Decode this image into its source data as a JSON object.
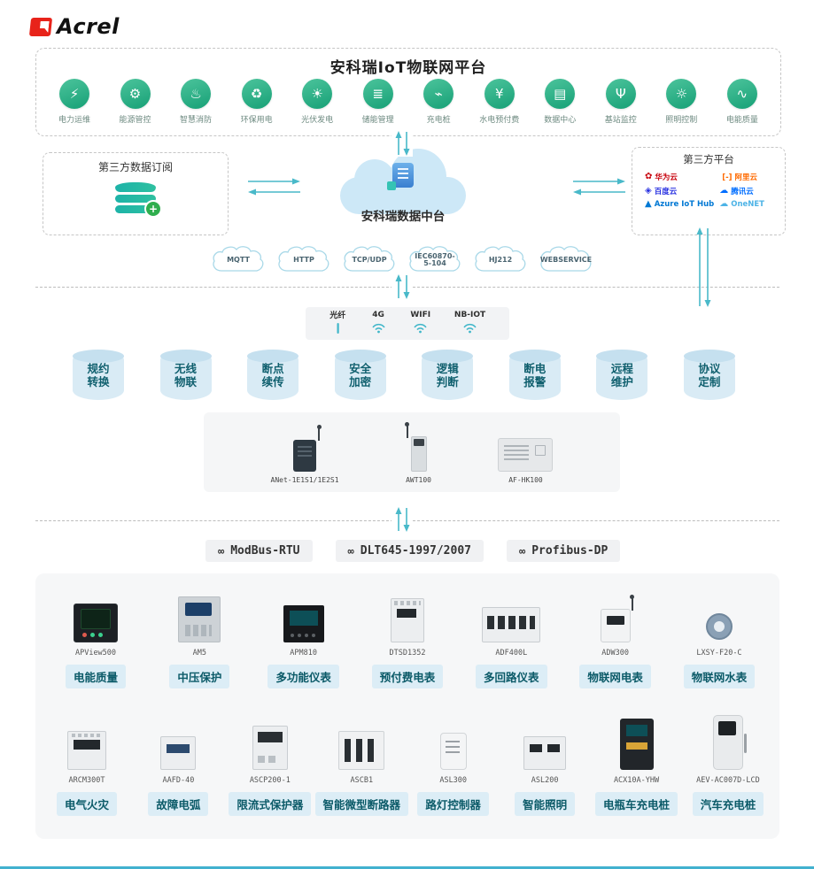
{
  "brand": {
    "name": "Acrel"
  },
  "platform": {
    "title": "安科瑞IoT物联网平台",
    "apps": [
      {
        "slug": "power-om",
        "label": "电力运维",
        "glyph": "⚡"
      },
      {
        "slug": "energy-management",
        "label": "能源管控",
        "glyph": "⚙"
      },
      {
        "slug": "smart-fire",
        "label": "智慧消防",
        "glyph": "♨"
      },
      {
        "slug": "eco-power",
        "label": "环保用电",
        "glyph": "♻"
      },
      {
        "slug": "solar-pv",
        "label": "光伏发电",
        "glyph": "☀"
      },
      {
        "slug": "energy-storage",
        "label": "储能管理",
        "glyph": "≣"
      },
      {
        "slug": "ev-charging",
        "label": "充电桩",
        "glyph": "⌁"
      },
      {
        "slug": "prepaid-utility",
        "label": "水电预付费",
        "glyph": "¥"
      },
      {
        "slug": "data-center",
        "label": "数据中心",
        "glyph": "▤"
      },
      {
        "slug": "base-station",
        "label": "基站监控",
        "glyph": "Ψ"
      },
      {
        "slug": "lighting-control",
        "label": "照明控制",
        "glyph": "☼"
      },
      {
        "slug": "power-quality",
        "label": "电能质量",
        "glyph": "∿"
      }
    ]
  },
  "integration": {
    "subscription_title": "第三方数据订阅",
    "data_hub_label": "安科瑞数据中台",
    "third_party_title": "第三方平台",
    "providers": [
      {
        "slug": "huawei-cloud",
        "name": "华为云",
        "glyph": "✿",
        "color": "#c7000b"
      },
      {
        "slug": "alibaba-cloud",
        "name": "[-] 阿里云",
        "glyph": "",
        "color": "#ff6a00"
      },
      {
        "slug": "baidu-cloud",
        "name": "百度云",
        "glyph": "◈",
        "color": "#2932e1"
      },
      {
        "slug": "tencent-cloud",
        "name": "腾讯云",
        "glyph": "☁",
        "color": "#006eff"
      },
      {
        "slug": "azure-iot-hub",
        "name": "Azure IoT Hub",
        "glyph": "▲",
        "color": "#0078d4"
      },
      {
        "slug": "onenet",
        "name": "OneNET",
        "glyph": "☁",
        "color": "#4db3e6"
      }
    ],
    "protocol_clouds": [
      "MQTT",
      "HTTP",
      "TCP/UDP",
      "IEC60870-5-104",
      "HJ212",
      "WEBSERVICE"
    ]
  },
  "connectivity": [
    {
      "label": "光纤",
      "type": "fiber"
    },
    {
      "label": "4G",
      "type": "wifi"
    },
    {
      "label": "WIFI",
      "type": "wifi"
    },
    {
      "label": "NB-IOT",
      "type": "wifi"
    }
  ],
  "capabilities": [
    {
      "l1": "规约",
      "l2": "转换"
    },
    {
      "l1": "无线",
      "l2": "物联"
    },
    {
      "l1": "断点",
      "l2": "续传"
    },
    {
      "l1": "安全",
      "l2": "加密"
    },
    {
      "l1": "逻辑",
      "l2": "判断"
    },
    {
      "l1": "断电",
      "l2": "报警"
    },
    {
      "l1": "远程",
      "l2": "维护"
    },
    {
      "l1": "协议",
      "l2": "定制"
    }
  ],
  "gateways": [
    {
      "model": "ANet-1E1S1/1E2S1",
      "style": "g-anet ant"
    },
    {
      "model": "AWT100",
      "style": "g-awt ant"
    },
    {
      "model": "AF-HK100",
      "style": "g-afhk"
    }
  ],
  "field_protocols": [
    {
      "label": "ModBus-RTU"
    },
    {
      "label": "DLT645-1997/2007"
    },
    {
      "label": "Profibus-DP"
    }
  ],
  "devices": {
    "row1": [
      {
        "model": "APView500",
        "category": "电能质量",
        "style": "d-apview"
      },
      {
        "model": "AM5",
        "category": "中压保护",
        "style": "d-am5"
      },
      {
        "model": "APM810",
        "category": "多功能仪表",
        "style": "d-apm810"
      },
      {
        "model": "DTSD1352",
        "category": "预付费电表",
        "style": "d-din"
      },
      {
        "model": "ADF400L",
        "category": "多回路仪表",
        "style": "d-adf"
      },
      {
        "model": "ADW300",
        "category": "物联网电表",
        "style": "d-adw ant"
      },
      {
        "model": "LXSY-F20-C",
        "category": "物联网水表",
        "style": "d-water"
      }
    ],
    "row2": [
      {
        "model": "ARCM300T",
        "category": "电气火灾",
        "style": "d-arcm"
      },
      {
        "model": "AAFD-40",
        "category": "故障电弧",
        "style": "d-aafd"
      },
      {
        "model": "ASCP200-1",
        "category": "限流式保护器",
        "style": "d-ascp"
      },
      {
        "model": "ASCB1",
        "category": "智能微型断路器",
        "style": "d-ascb1"
      },
      {
        "model": "ASL300",
        "category": "路灯控制器",
        "style": "d-asl300"
      },
      {
        "model": "ASL200",
        "category": "智能照明",
        "style": "d-asl200"
      },
      {
        "model": "ACX10A-YHW",
        "category": "电瓶车充电桩",
        "style": "d-acx"
      },
      {
        "model": "AEV-AC007D-LCD",
        "category": "汽车充电桩",
        "style": "d-aev"
      }
    ]
  }
}
